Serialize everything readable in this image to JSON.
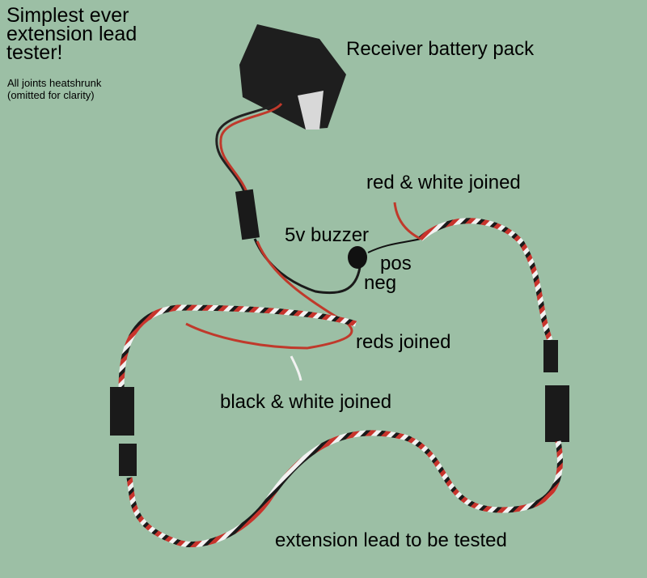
{
  "title": "Simplest ever\nextension lead\ntester!",
  "note": "All joints heatshrunk\n(omitted for clarity)",
  "labels": {
    "battery": "Receiver battery pack",
    "red_white": "red & white joined",
    "buzzer": "5v buzzer",
    "pos": "pos",
    "neg": "neg",
    "reds": "reds joined",
    "black_white": "black & white joined",
    "extension": "extension lead to be tested"
  },
  "colors": {
    "background": "#9cbfa5",
    "wire_red": "#c0392b",
    "wire_black": "#1a1a1a",
    "wire_white": "#f2f2f2"
  }
}
